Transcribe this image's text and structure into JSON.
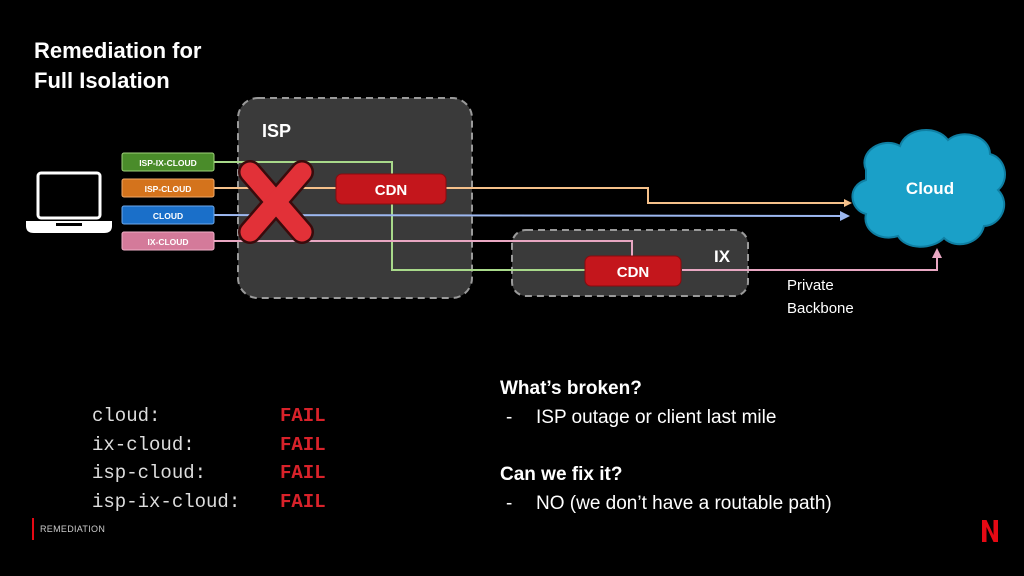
{
  "title": {
    "line1": "Remediation for",
    "line2": "Full Isolation"
  },
  "diagram": {
    "isp_label": "ISP",
    "ix_label": "IX",
    "cdn_isp_label": "CDN",
    "cdn_ix_label": "CDN",
    "cloud_label": "Cloud",
    "backbone_label_1": "Private",
    "backbone_label_2": "Backbone",
    "paths": [
      {
        "label": "ISP-IX-CLOUD",
        "color": "#4a8c2a"
      },
      {
        "label": "ISP-CLOUD",
        "color": "#d4731c"
      },
      {
        "label": "CLOUD",
        "color": "#1a6fc9"
      },
      {
        "label": "IX-CLOUD",
        "color": "#d47a9a"
      }
    ]
  },
  "status": [
    {
      "name": "cloud:",
      "value": "FAIL"
    },
    {
      "name": "ix-cloud:",
      "value": "FAIL"
    },
    {
      "name": "isp-cloud:",
      "value": "FAIL"
    },
    {
      "name": "isp-ix-cloud:",
      "value": "FAIL"
    }
  ],
  "qa": {
    "q1": "What’s broken?",
    "a1": "ISP outage or client last mile",
    "q2": "Can we fix it?",
    "a2": "NO (we don’t have a routable path)"
  },
  "footer": "REMEDIATION"
}
